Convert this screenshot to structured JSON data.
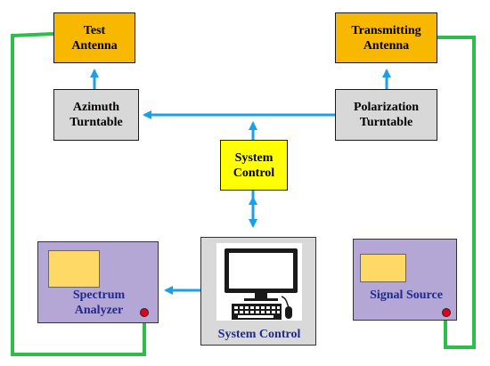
{
  "colors": {
    "antenna_fill": "#f9b800",
    "turntable_fill": "#d8d8d8",
    "system_control_fill": "#ffff00",
    "instrument_fill": "#b4a7d6",
    "screen_fill": "#ffd966",
    "pc_panel_fill": "#d9d9d9",
    "rf_cable": "#2ebd4b",
    "control_arrow": "#1aa0e8",
    "port_fill": "#e0001b",
    "label_text_spectrum": "#1f2a8a",
    "label_text_signal": "#1f2a8a",
    "label_text_pc": "#1f2a8a"
  },
  "nodes": {
    "test_antenna": {
      "label": "Test\nAntenna"
    },
    "transmitting_antenna": {
      "label": "Transmitting\nAntenna"
    },
    "azimuth_turntable": {
      "label": "Azimuth\nTurntable"
    },
    "polarization_turntable": {
      "label": "Polarization\nTurntable"
    },
    "system_control_box": {
      "label": "System\nControl"
    },
    "spectrum_analyzer": {
      "label": "Spectrum\nAnalyzer"
    },
    "signal_source": {
      "label": "Signal Source"
    },
    "system_control_pc": {
      "label": "System Control",
      "icon": "computer-icon"
    }
  }
}
